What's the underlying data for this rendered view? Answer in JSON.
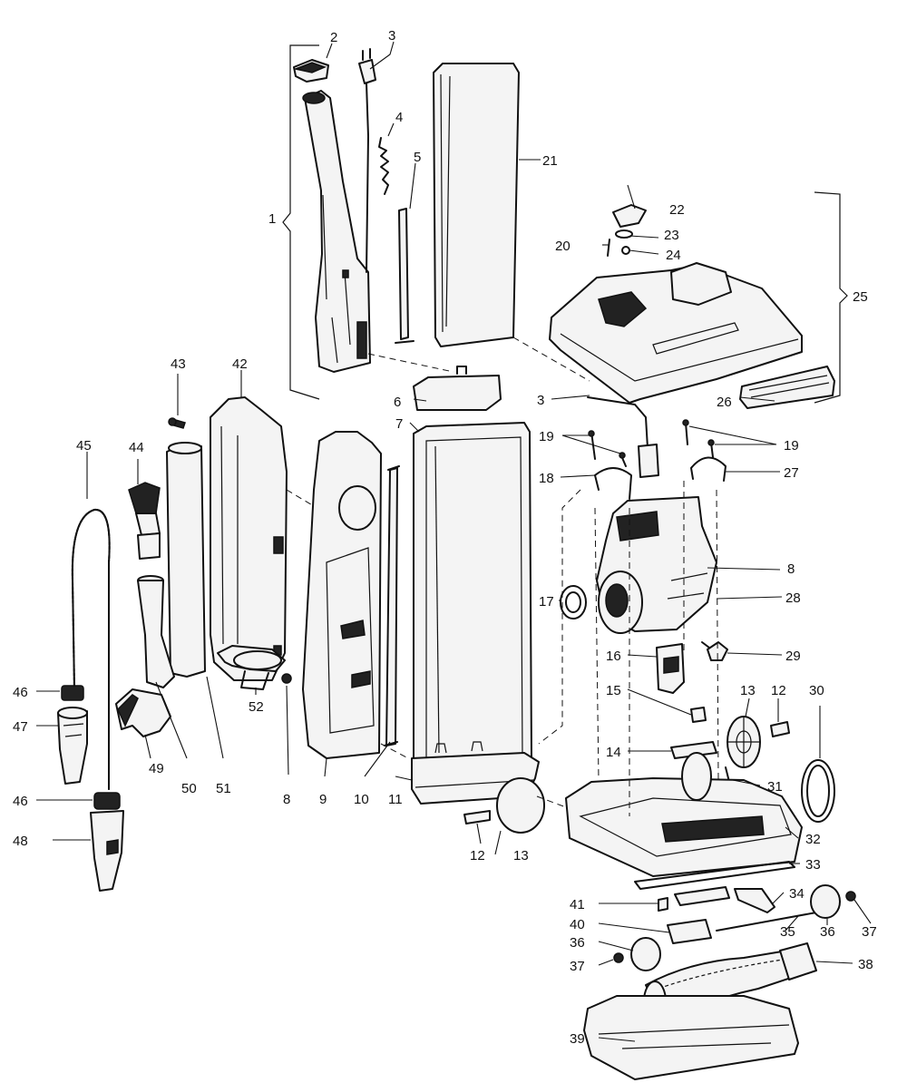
{
  "callouts": {
    "c1": "1",
    "c2": "2",
    "c3": "3",
    "c3b": "3",
    "c4": "4",
    "c5": "5",
    "c6": "6",
    "c7": "7",
    "c8": "8",
    "c8b": "8",
    "c9": "9",
    "c10": "10",
    "c11": "11",
    "c12": "12",
    "c12b": "12",
    "c13": "13",
    "c13b": "13",
    "c14": "14",
    "c15": "15",
    "c16": "16",
    "c17": "17",
    "c18": "18",
    "c19": "19",
    "c19b": "19",
    "c20": "20",
    "c21": "21",
    "c22": "22",
    "c23": "23",
    "c24": "24",
    "c25": "25",
    "c26": "26",
    "c27": "27",
    "c28": "28",
    "c29": "29",
    "c30": "30",
    "c31": "31",
    "c32": "32",
    "c33": "33",
    "c34": "34",
    "c35": "35",
    "c36": "36",
    "c36b": "36",
    "c37": "37",
    "c37b": "37",
    "c38": "38",
    "c39": "39",
    "c40": "40",
    "c41": "41",
    "c42": "42",
    "c43": "43",
    "c44": "44",
    "c45": "45",
    "c46": "46",
    "c46b": "46",
    "c47": "47",
    "c48": "48",
    "c49": "49",
    "c50": "50",
    "c51": "51",
    "c52": "52"
  }
}
